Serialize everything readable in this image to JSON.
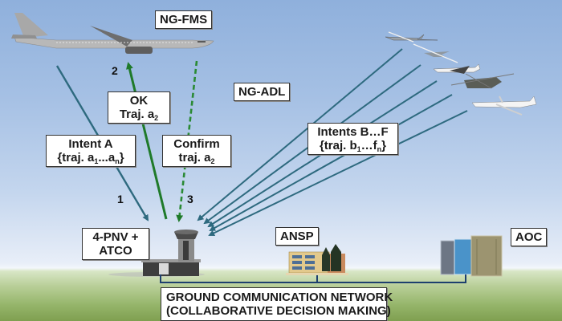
{
  "labels": {
    "ng_fms": "NG-FMS",
    "ng_adl": "NG-ADL",
    "pnv_atco_line1": "4-PNV +",
    "pnv_atco_line2": "ATCO",
    "ansp": "ANSP",
    "aoc": "AOC",
    "network_line1": "GROUND COMMUNICATION NETWORK",
    "network_line2": "(COLLABORATIVE DECISION MAKING)"
  },
  "messages": {
    "intent_a": {
      "line1": "Intent A",
      "line2_prefix": "{traj. a",
      "sub1": "1",
      "mid": "...a",
      "sub2": "n",
      "suffix": "}"
    },
    "ok": {
      "line1": "OK",
      "line2_prefix": "Traj. a",
      "sub": "2"
    },
    "confirm": {
      "line1": "Confirm",
      "line2_prefix": "traj. a",
      "sub": "2"
    },
    "intents_bf": {
      "line1": "Intents B…F",
      "line2_prefix": "{traj. b",
      "sub1": "1",
      "mid": "…f",
      "sub2": "n",
      "suffix": "}"
    }
  },
  "steps": {
    "step1": "1",
    "step2": "2",
    "step3": "3"
  },
  "colors": {
    "intent_arrow": "#2e6a7f",
    "ok_arrow": "#1f7a2a",
    "confirm_arrow": "#2a8a34",
    "network_line": "#1d3f6e"
  }
}
